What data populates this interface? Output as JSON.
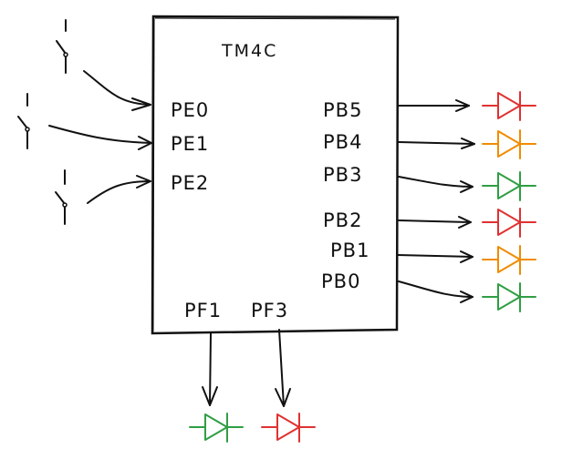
{
  "diagram": {
    "title": "TM4C",
    "colors": {
      "red": "#e03131",
      "orange": "#f08c00",
      "green": "#2f9e44",
      "ink": "#111111"
    },
    "inputs": [
      {
        "label": "PE0",
        "source": "switch"
      },
      {
        "label": "PE1",
        "source": "switch"
      },
      {
        "label": "PE2",
        "source": "switch"
      }
    ],
    "outputs_right": [
      {
        "label": "PB5",
        "led_color": "red"
      },
      {
        "label": "PB4",
        "led_color": "orange"
      },
      {
        "label": "PB3",
        "led_color": "green"
      },
      {
        "label": "PB2",
        "led_color": "red"
      },
      {
        "label": "PB1",
        "led_color": "orange"
      },
      {
        "label": "PB0",
        "led_color": "green"
      }
    ],
    "outputs_bottom": [
      {
        "label": "PF1",
        "led_color": "green"
      },
      {
        "label": "PF3",
        "led_color": "red"
      }
    ]
  }
}
